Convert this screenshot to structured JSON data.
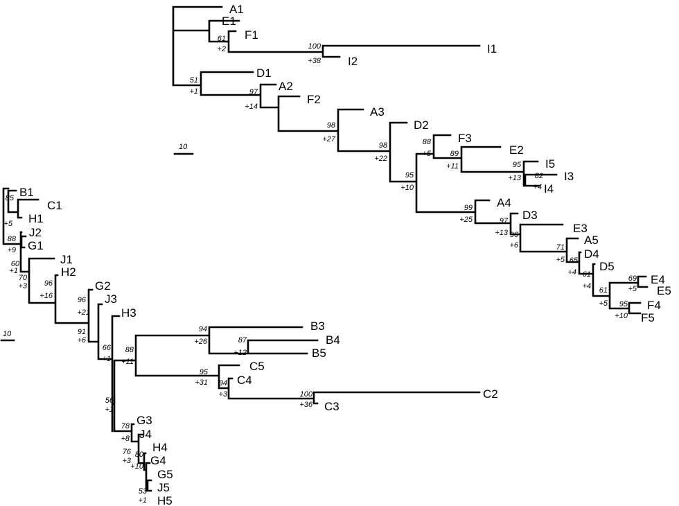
{
  "colors": {
    "stroke": "#000000",
    "background": "#ffffff"
  },
  "tree1": {
    "scale_label": "10",
    "tips": [
      "A1",
      "E1",
      "F1",
      "I1",
      "I2",
      "D1",
      "A2",
      "F2",
      "A3",
      "D2",
      "F3",
      "E2",
      "I5",
      "I3",
      "I4",
      "A4",
      "D3",
      "E3",
      "A5",
      "D4",
      "D5",
      "E4",
      "E5",
      "F4",
      "F5"
    ],
    "supports": [
      {
        "top": "61",
        "bottom": "+2"
      },
      {
        "top": "100",
        "bottom": "+38"
      },
      {
        "top": "51",
        "bottom": "+1"
      },
      {
        "top": "97",
        "bottom": "+14"
      },
      {
        "top": "98",
        "bottom": "+27"
      },
      {
        "top": "98",
        "bottom": "+22"
      },
      {
        "top": "88",
        "bottom": "+5"
      },
      {
        "top": "89",
        "bottom": "+11"
      },
      {
        "top": "95",
        "bottom": "+13"
      },
      {
        "top": "82",
        "bottom": "+4"
      },
      {
        "top": "95",
        "bottom": "+10"
      },
      {
        "top": "99",
        "bottom": "+25"
      },
      {
        "top": "97",
        "bottom": "+13"
      },
      {
        "top": "96",
        "bottom": "+6"
      },
      {
        "top": "71",
        "bottom": "+5"
      },
      {
        "top": "65",
        "bottom": "+4"
      },
      {
        "top": "61",
        "bottom": "+4"
      },
      {
        "top": "61",
        "bottom": "+5"
      },
      {
        "top": "69",
        "bottom": "+5"
      },
      {
        "top": "95",
        "bottom": "+10"
      }
    ]
  },
  "tree2": {
    "scale_label": "10",
    "tips": [
      "B1",
      "C1",
      "H1",
      "J2",
      "G1",
      "J1",
      "H2",
      "G2",
      "J3",
      "H3",
      "B3",
      "B4",
      "B5",
      "C5",
      "C4",
      "C2",
      "C3",
      "G3",
      "J4",
      "H4",
      "G4",
      "G5",
      "J5",
      "H5"
    ],
    "supports": [
      {
        "top": "85",
        "bottom": "+5"
      },
      {
        "top": "88",
        "bottom": "+9"
      },
      {
        "top": "60",
        "bottom": "+1"
      },
      {
        "top": "70",
        "bottom": "+3"
      },
      {
        "top": "96",
        "bottom": "+16"
      },
      {
        "top": "96",
        "bottom": "+21"
      },
      {
        "top": "91",
        "bottom": "+6"
      },
      {
        "top": "66",
        "bottom": "+1"
      },
      {
        "top": "88",
        "bottom": "+11"
      },
      {
        "top": "94",
        "bottom": "+26"
      },
      {
        "top": "87",
        "bottom": "+12"
      },
      {
        "top": "95",
        "bottom": "+31"
      },
      {
        "top": "94",
        "bottom": "+3"
      },
      {
        "top": "100",
        "bottom": "+36"
      },
      {
        "top": "56",
        "bottom": "+1"
      },
      {
        "top": "78",
        "bottom": "+8"
      },
      {
        "top": "76",
        "bottom": "+3"
      },
      {
        "top": "80",
        "bottom": "+10"
      },
      {
        "top": "53",
        "bottom": "+1"
      }
    ]
  }
}
